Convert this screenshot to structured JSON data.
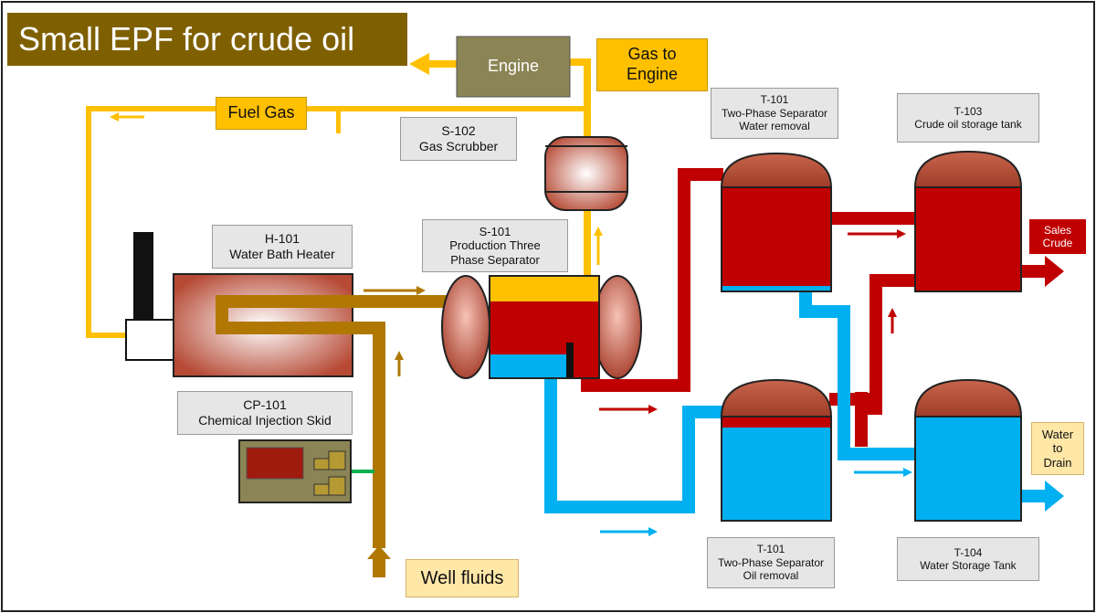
{
  "title": "Small EPF for crude oil",
  "engine_label": "Engine",
  "gas_to_engine": [
    "Gas to",
    "Engine"
  ],
  "fuel_gas": "Fuel Gas",
  "s102": [
    "S-102",
    "Gas Scrubber"
  ],
  "h101": [
    "H-101",
    "Water Bath Heater"
  ],
  "s101": [
    "S-101",
    "Production Three",
    "Phase Separator"
  ],
  "cp101": [
    "CP-101",
    "Chemical Injection Skid"
  ],
  "t101_top": [
    "T-101",
    "Two-Phase Separator",
    "Water removal"
  ],
  "t103": [
    "T-103",
    "Crude oil storage tank"
  ],
  "t101_bottom": [
    "T-101",
    "Two-Phase Separator",
    "Oil removal"
  ],
  "t104": [
    "T-104",
    "Water Storage Tank"
  ],
  "sales_crude": [
    "Sales",
    "Crude"
  ],
  "water_to_drain": [
    "Water",
    "to",
    "Drain"
  ],
  "well_fluids": "Well fluids",
  "colors": {
    "gas": "#ffc000",
    "oil": "#c00000",
    "water": "#00b0f0",
    "well_fluid": "#b07800",
    "engine": "#8b8455",
    "title_bg": "#7f6000",
    "tank_cap": "#b7553f",
    "chem_line": "#00b050"
  }
}
